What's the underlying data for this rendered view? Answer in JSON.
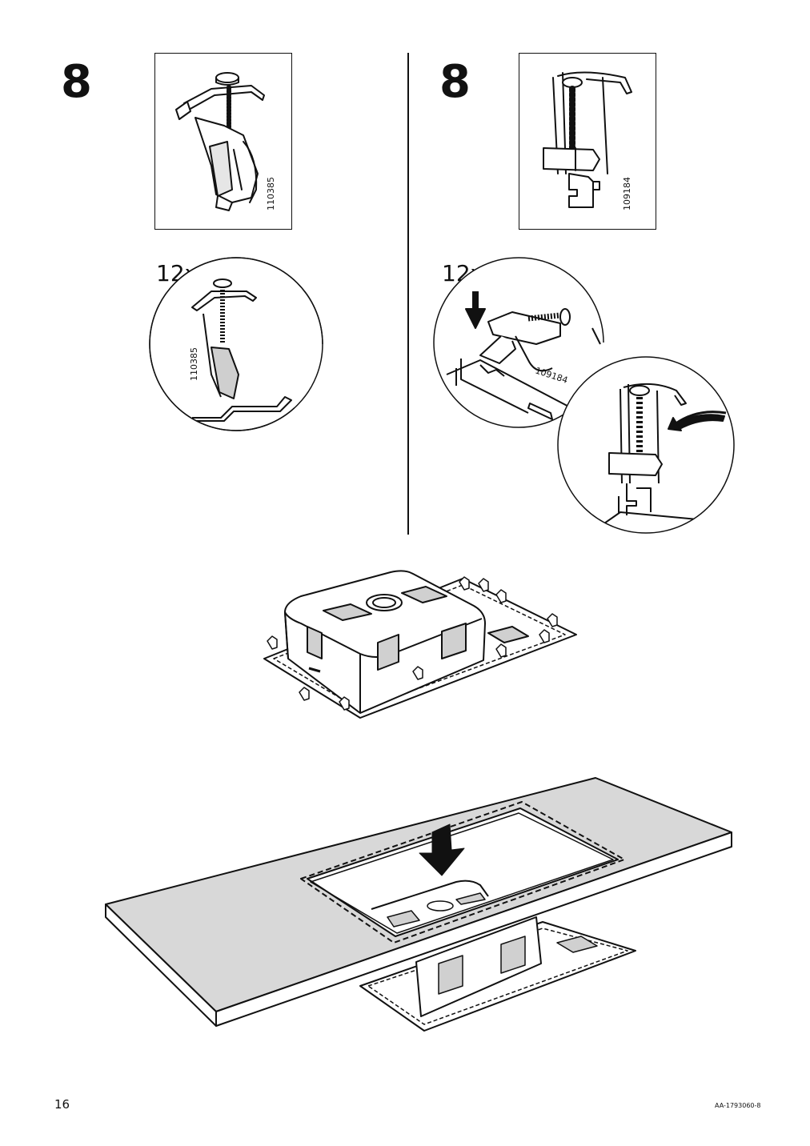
{
  "left_step": {
    "number": "8",
    "part_number": "110385",
    "detail_part_number": "110385",
    "quantity": "12x"
  },
  "right_step": {
    "number": "8",
    "part_number": "109184",
    "detail_part_number": "109184",
    "quantity": "12x"
  },
  "footer": {
    "page_number": "16",
    "document_id": "AA-1793060-8"
  },
  "colors": {
    "line": "#111111",
    "fill_light": "#d8d8d8",
    "fill_mid": "#cfcfcf",
    "background": "#ffffff"
  }
}
